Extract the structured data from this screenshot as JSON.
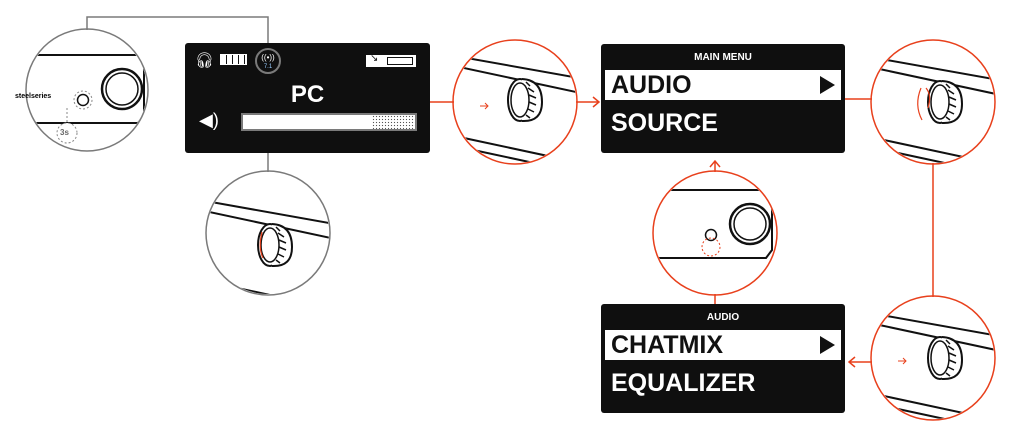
{
  "colors": {
    "accent": "#e8401c",
    "screen": "#0f0f0f",
    "connector": "#7a7a7a"
  },
  "status_screen": {
    "source": "PC",
    "surround_badge": "7.1",
    "icons": [
      "headphones-icon",
      "battery-icon",
      "surround-icon",
      "charging-battery-icon",
      "speaker-volume-icon"
    ],
    "volume_level_percent": 75
  },
  "hold_label": "3s",
  "main_menu": {
    "title": "MAIN MENU",
    "items": [
      "AUDIO",
      "SOURCE"
    ],
    "selected": 0
  },
  "audio_menu": {
    "title": "AUDIO",
    "items": [
      "CHATMIX",
      "EQUALIZER"
    ],
    "selected": 0
  },
  "brand_text": "steelseries"
}
